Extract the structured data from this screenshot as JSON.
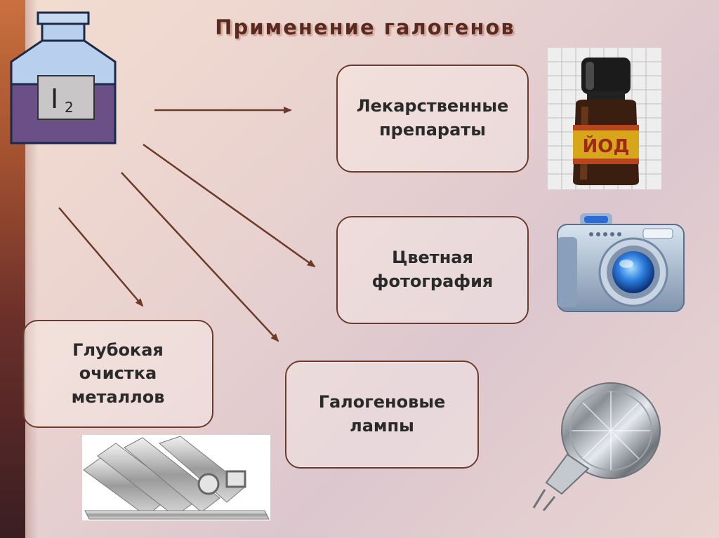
{
  "title": "Применение галогенов",
  "element": {
    "symbol": "I",
    "subscript": "2"
  },
  "applications": {
    "medicine": [
      "Лекарственные",
      "препараты"
    ],
    "photo": [
      "Цветная",
      "фотография"
    ],
    "metals": [
      "Глубокая",
      "очистка",
      "металлов"
    ],
    "lamps": [
      "Галогеновые",
      "лампы"
    ]
  },
  "iodine_label": "ЙОД",
  "colors": {
    "title": "#5a2a22",
    "box_border": "#6b3a28",
    "arrow": "#6b3a28",
    "bottle_liquid": "#6b4f87",
    "bottle_neck": "#b9cfee"
  }
}
